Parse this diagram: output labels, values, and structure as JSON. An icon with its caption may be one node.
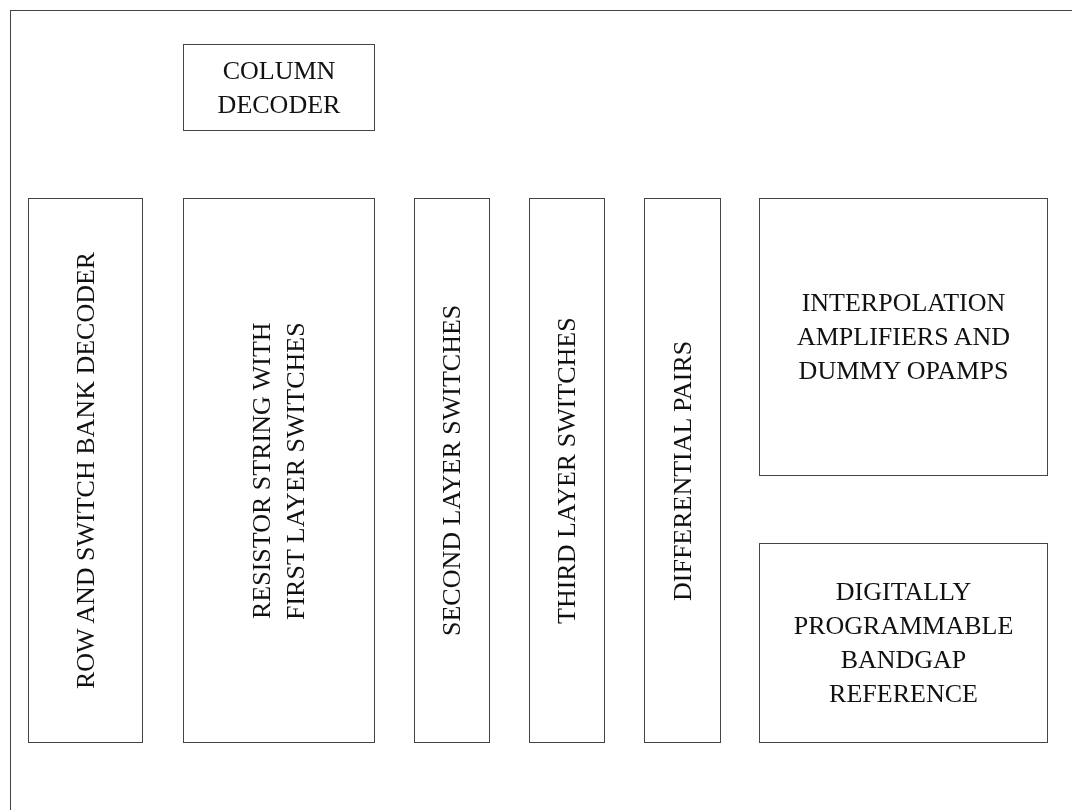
{
  "diagram": {
    "nodes": [
      {
        "text": [],
        "shape": "box"
      },
      {
        "text": [
          "COLUMN DECODER"
        ],
        "in": 0
      },
      {
        "text": [
          "ROW AND SWITCH BANK DECODER"
        ],
        "in": 0
      },
      {
        "text": [
          "RESISTOR STRING WITH FIRST LAYER SWITCHES"
        ],
        "in": 0
      },
      {
        "text": [
          "SECOND LAYER SWITCHES"
        ],
        "in": 0
      },
      {
        "text": [
          "THIRD LAYER SWITCHES"
        ],
        "in": 0
      },
      {
        "text": [
          "DIFFERENTIAL PAIRS"
        ],
        "in": 0
      },
      {
        "text": [
          "INTERPOLATION AMPLIFIERS AND DUMMY OPAMPS"
        ],
        "in": 0
      },
      {
        "text": [
          "DIGITALLY PROGRAMMABLE BANDGAP REFERENCE"
        ],
        "in": 0
      }
    ],
    "edges": []
  }
}
